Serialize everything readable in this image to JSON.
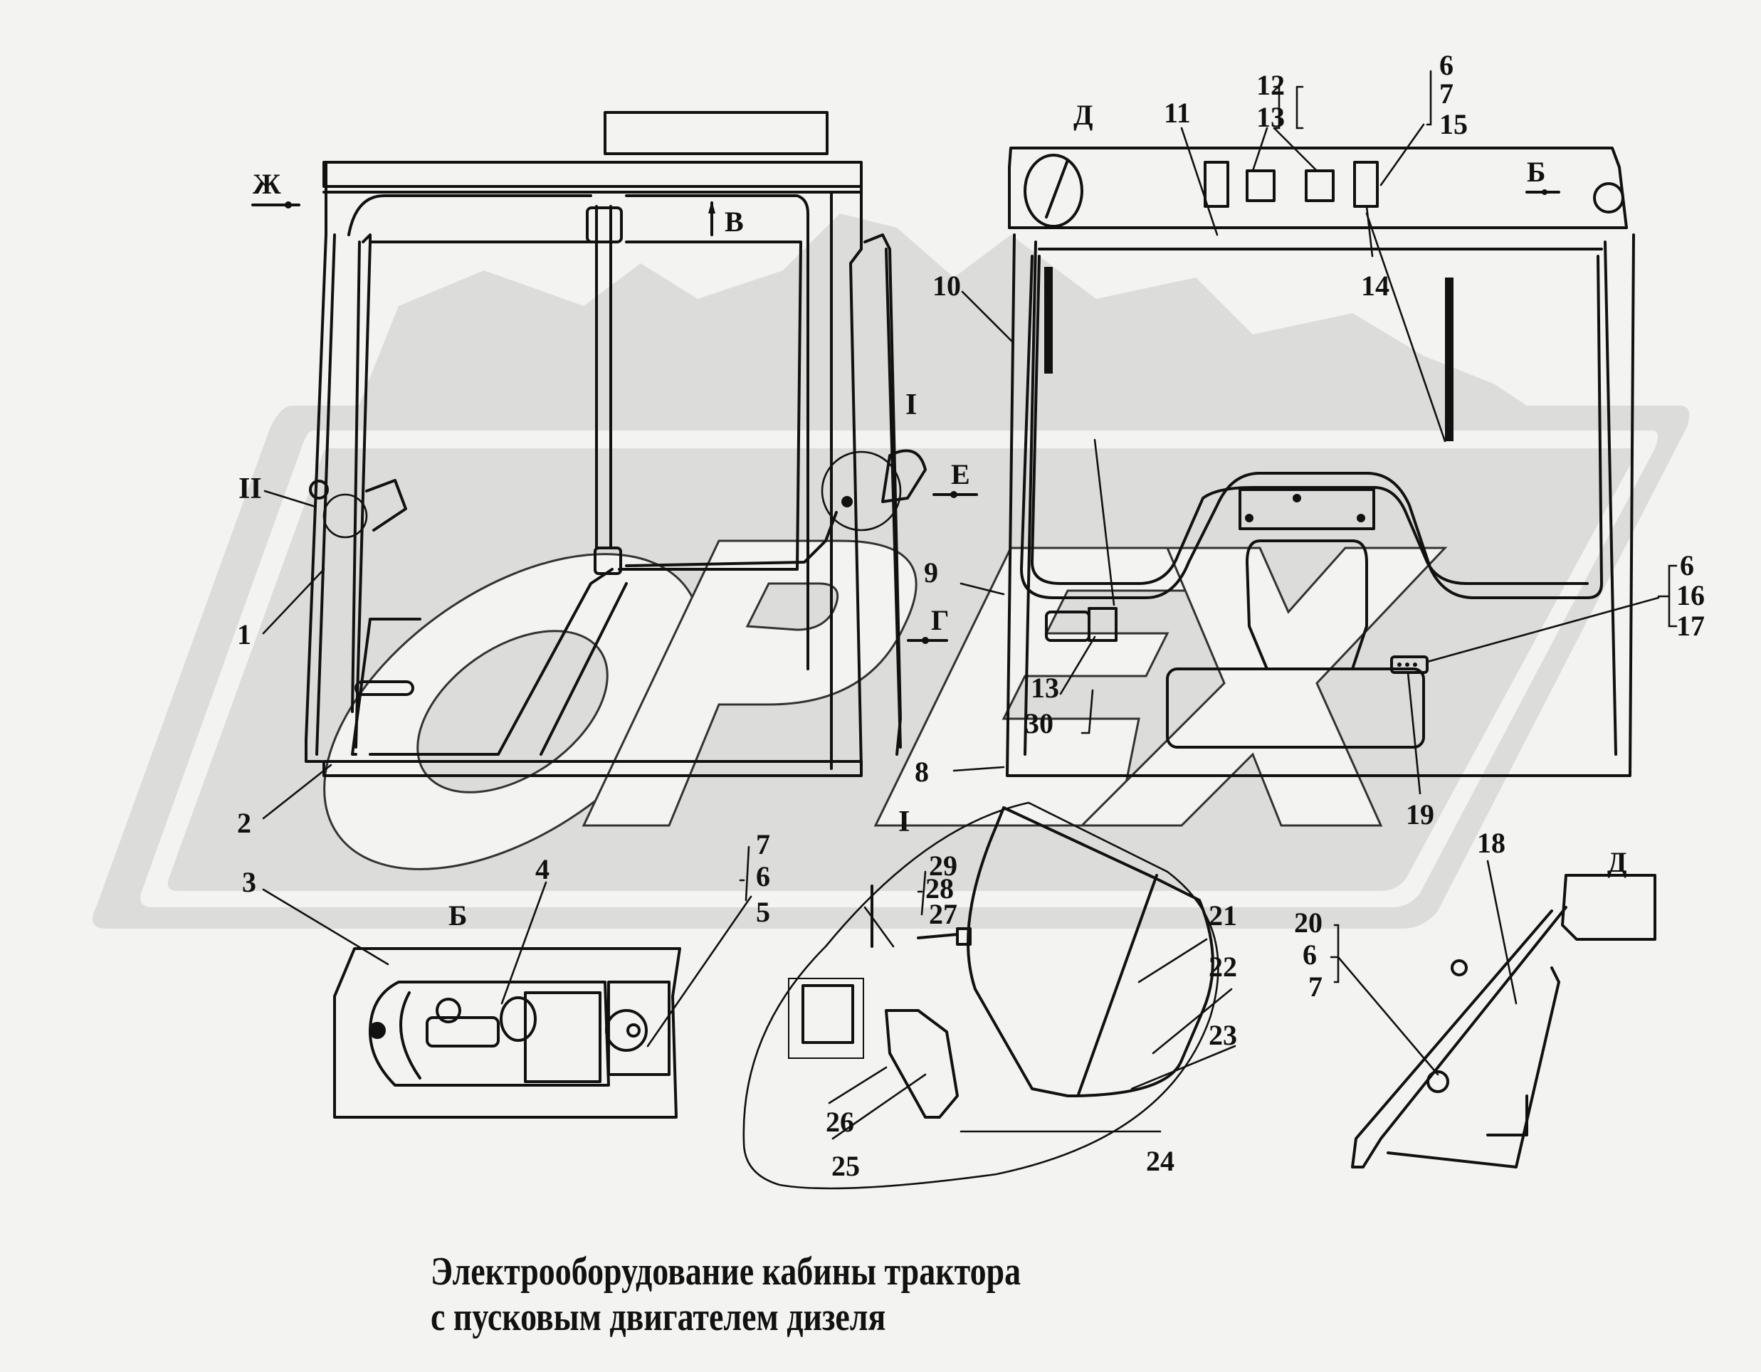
{
  "title": {
    "line1": "Электрооборудование кабины трактора",
    "line2": "с пусковым двигателем дизеля"
  },
  "watermark": {
    "text": "ОРЕХ",
    "color": "#dcdcdb"
  },
  "colors": {
    "background": "#f3f3f1",
    "ink": "#111111"
  },
  "views": {
    "view_markers": {
      "zh": "Ж",
      "v": "В",
      "e": "Е",
      "g": "Г",
      "d_top": "Д",
      "b_top": "Б",
      "b_detail": "Б",
      "d_detail": "Д"
    },
    "detail_markers": {
      "i_main": "I",
      "ii_main": "II",
      "i_detail": "I"
    }
  },
  "callouts": {
    "c1": "1",
    "c2": "2",
    "c3": "3",
    "c4": "4",
    "g765": [
      "7",
      "6",
      "5"
    ],
    "c8": "8",
    "c9": "9",
    "c10": "10",
    "c11": "11",
    "g1213": [
      "12",
      "13"
    ],
    "g6715": [
      "6",
      "7",
      "15"
    ],
    "c14": "14",
    "g1330": [
      "13",
      "30"
    ],
    "g61617": [
      "6",
      "16",
      "17"
    ],
    "c18": "18",
    "c19": "19",
    "g2067": [
      "20",
      "6",
      "7"
    ],
    "c21": "21",
    "c22": "22",
    "c23": "23",
    "c24": "24",
    "c25": "25",
    "c26": "26",
    "g292827": [
      "29",
      "28",
      "27"
    ]
  }
}
